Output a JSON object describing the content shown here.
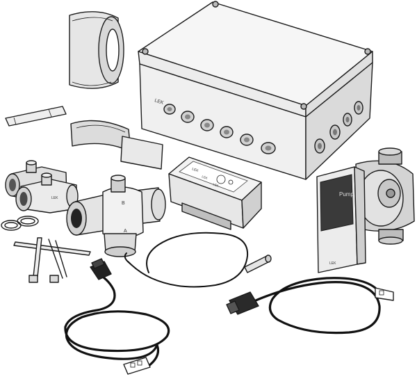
{
  "texts": {
    "box_brand": "LEK",
    "pump_brand": "Pump",
    "pump_plate": "LEK",
    "valve_port_b": "B",
    "valve_port_a": "A",
    "fitting_brand": "LEK",
    "actuator_label_top": "LEK",
    "actuator_label_mid": "LEK",
    "actuator_label_bottom": "LEK"
  },
  "colors": {
    "outline": "#1a1a1a",
    "part_fill": "#f4f4f4",
    "shade": "#cfcfcf",
    "dark": "#222222",
    "panel_dark": "#3a3a3a"
  }
}
